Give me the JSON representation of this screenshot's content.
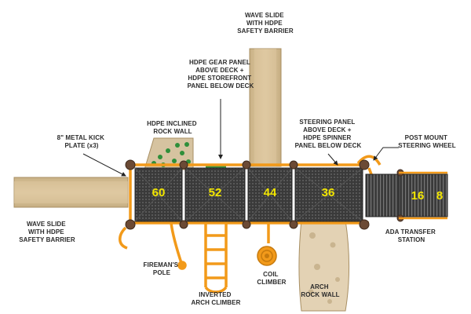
{
  "labels": {
    "wave_slide_top": [
      "WAVE SLIDE",
      "WITH HDPE",
      "SAFETY BARRIER"
    ],
    "gear_panel": [
      "HDPE GEAR PANEL",
      "ABOVE DECK +",
      "HDPE STOREFRONT",
      "PANEL BELOW DECK"
    ],
    "inclined_rock_wall": [
      "HDPE INCLINED",
      "ROCK WALL"
    ],
    "kick_plate": [
      "8\" METAL KICK",
      "PLATE (x3)"
    ],
    "steering_panel": [
      "STEERING PANEL",
      "ABOVE DECK +",
      "HDPE SPINNER",
      "PANEL BELOW DECK"
    ],
    "steering_wheel": [
      "POST MOUNT",
      "STEERING WHEEL"
    ],
    "wave_slide_left": [
      "WAVE SLIDE",
      "WITH HDPE",
      "SAFETY BARRIER"
    ],
    "ada_transfer": [
      "ADA TRANSFER",
      "STATION"
    ],
    "firemans_pole": [
      "FIREMAN'S",
      "POLE"
    ],
    "coil_climber": [
      "COIL",
      "CLIMBER"
    ],
    "arch_rock_wall": [
      "ARCH",
      "ROCK WALL"
    ],
    "inverted_arch_climber": [
      "INVERTED",
      "ARCH CLIMBER"
    ]
  },
  "deck_heights": [
    "60",
    "52",
    "44",
    "36",
    "16",
    "8"
  ],
  "colors": {
    "deck": "#3b3b3b",
    "steel": "#f29a1a",
    "slide": "#d9c39a",
    "post": "#6b4a35",
    "height_text": "#f2e600",
    "rock_hold": "#2f8f3a"
  }
}
